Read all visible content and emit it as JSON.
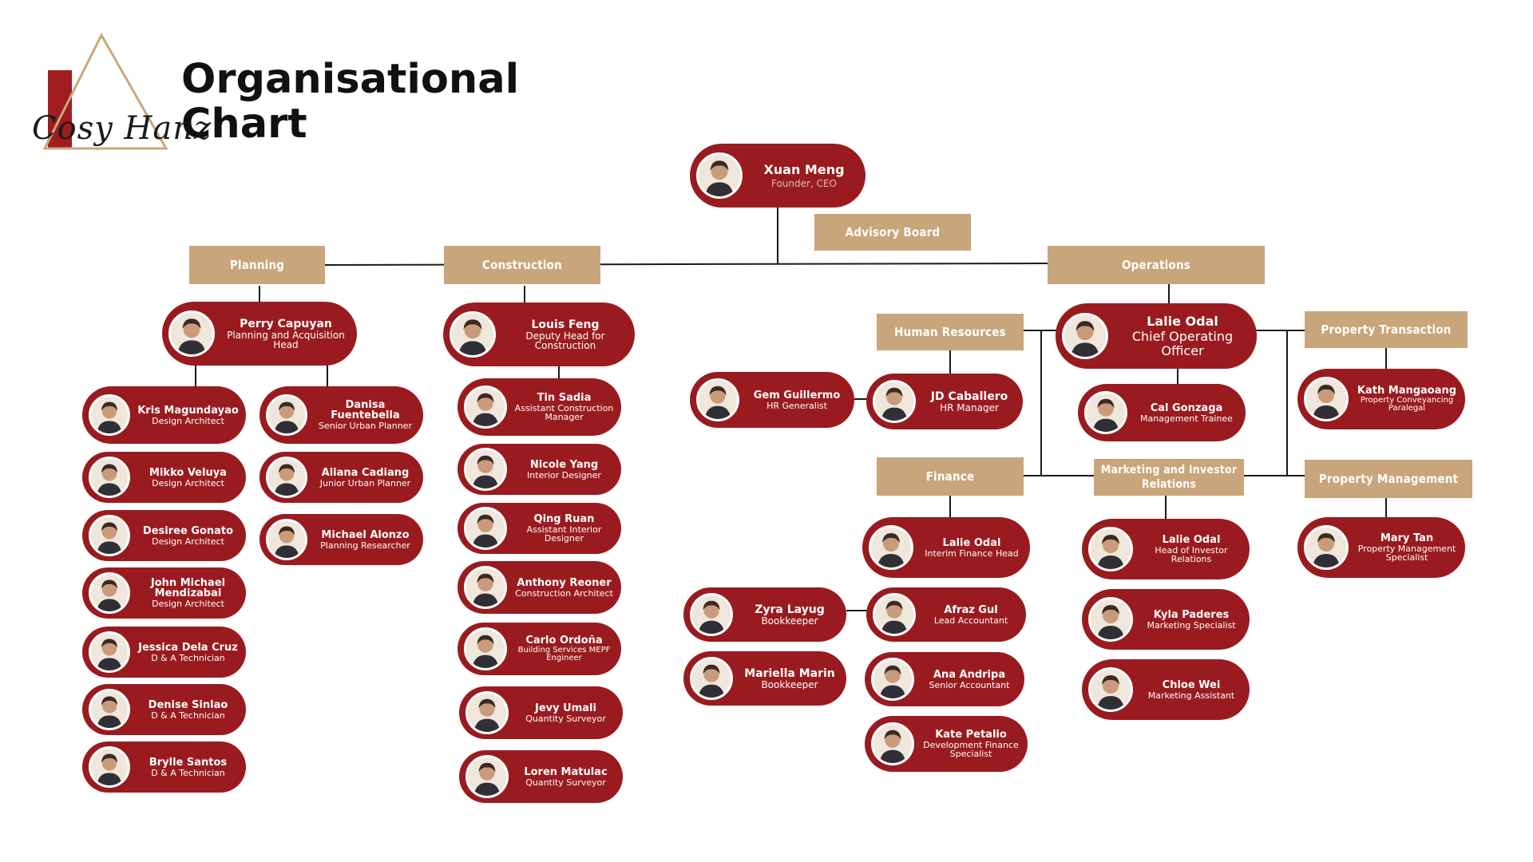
{
  "brand": {
    "logo_text": "Cosy Hanz"
  },
  "title": {
    "line1": "Organisational",
    "line2": "Chart"
  },
  "ceo": {
    "name": "Xuan Meng",
    "role": "Founder, CEO"
  },
  "departments": {
    "advisory": "Advisory Board",
    "planning": "Planning",
    "construction": "Construction",
    "operations": "Operations",
    "hr": "Human Resources",
    "finance": "Finance",
    "marketing": "Marketing and Investor Relations",
    "property_transaction": "Property Transaction",
    "property_management": "Property Management"
  },
  "planning": {
    "head": {
      "name": "Perry Capuyan",
      "role": "Planning and Acquisition Head"
    },
    "design": [
      {
        "name": "Kris Magundayao",
        "role": "Design Architect"
      },
      {
        "name": "Mikko Veluya",
        "role": "Design Architect"
      },
      {
        "name": "Desiree Gonato",
        "role": "Design Architect"
      },
      {
        "name": "John Michael Mendizabal",
        "role": "Design Architect"
      },
      {
        "name": "Jessica Dela Cruz",
        "role": "D & A Technician"
      },
      {
        "name": "Denise Sinlao",
        "role": "D & A Technician"
      },
      {
        "name": "Brylle Santos",
        "role": "D & A Technician"
      }
    ],
    "urban": [
      {
        "name": "Danisa Fuentebella",
        "role": "Senior Urban Planner"
      },
      {
        "name": "Aliana Cadiang",
        "role": "Junior Urban Planner"
      },
      {
        "name": "Michael Alonzo",
        "role": "Planning Researcher"
      }
    ]
  },
  "construction": {
    "head": {
      "name": "Louis Feng",
      "role": "Deputy Head for Construction"
    },
    "team": [
      {
        "name": "Tin Sadia",
        "role": "Assistant Construction Manager"
      },
      {
        "name": "Nicole Yang",
        "role": "Interior Designer"
      },
      {
        "name": "Qing Ruan",
        "role": "Assistant Interior Designer"
      },
      {
        "name": "Anthony Reoner",
        "role": "Construction Architect"
      },
      {
        "name": "Carlo Ordoña",
        "role": "Building Services MEPF Engineer"
      },
      {
        "name": "Jevy Umali",
        "role": "Quantity Surveyor"
      },
      {
        "name": "Loren Matulac",
        "role": "Quantity Surveyor"
      }
    ]
  },
  "operations": {
    "coo": {
      "name": "Lalie Odal",
      "role": "Chief Operating Officer"
    },
    "trainee": {
      "name": "Cal Gonzaga",
      "role": "Management Trainee"
    },
    "hr_manager": {
      "name": "JD Caballero",
      "role": "HR Manager"
    },
    "hr_generalist": {
      "name": "Gem Guillermo",
      "role": "HR Generalist"
    },
    "finance_head": {
      "name": "Lalie Odal",
      "role": "Interim Finance Head"
    },
    "finance_team": [
      {
        "name": "Afraz Gul",
        "role": "Lead Accountant"
      },
      {
        "name": "Ana Andripa",
        "role": "Senior Accountant"
      },
      {
        "name": "Kate Petalio",
        "role": "Development Finance Specialist"
      }
    ],
    "bookkeepers": [
      {
        "name": "Zyra Layug",
        "role": "Bookkeeper"
      },
      {
        "name": "Mariella Marin",
        "role": "Bookkeeper"
      }
    ],
    "marketing_head": {
      "name": "Lalie Odal",
      "role": "Head of Investor Relations"
    },
    "marketing_team": [
      {
        "name": "Kyla Paderes",
        "role": "Marketing Specialist"
      },
      {
        "name": "Chloe Wei",
        "role": "Marketing Assistant"
      }
    ],
    "paralegal": {
      "name": "Kath Mangaoang",
      "role": "Property Conveyancing Paralegal"
    },
    "property_specialist": {
      "name": "Mary Tan",
      "role": "Property Management Specialist"
    }
  },
  "colors": {
    "card": "#9a1b1f",
    "dept": "#c8a57a",
    "line": "#1a1a1a",
    "ceo_role": "#d8c3a3"
  },
  "icons": {
    "avatar": "person-photo-icon",
    "logo": "triangle-logo-icon"
  }
}
